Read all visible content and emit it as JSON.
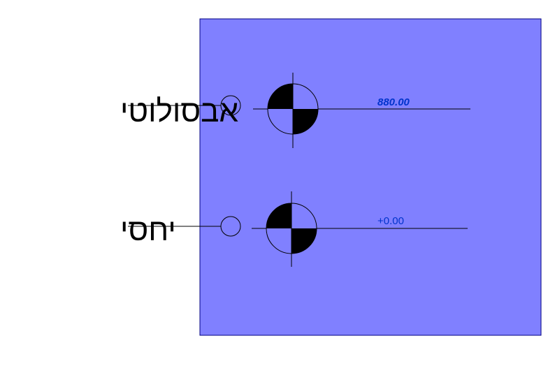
{
  "colors": {
    "panel_fill": "#8080ff",
    "panel_border": "#000080",
    "line": "#000000",
    "value_absolute": "#0033cc",
    "value_relative": "#0033cc",
    "background": "#ffffff"
  },
  "markers": [
    {
      "id": "absolute",
      "label": "אבסולוטי",
      "value": "880.00",
      "value_style": "italic"
    },
    {
      "id": "relative",
      "label": "יחסי",
      "value": "+0.00",
      "value_style": "normal"
    }
  ]
}
